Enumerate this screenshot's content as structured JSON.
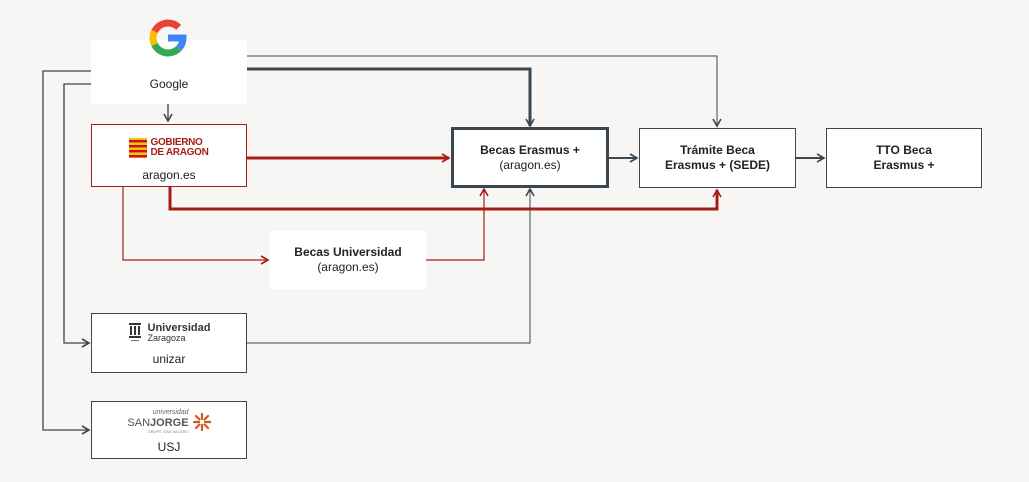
{
  "colors": {
    "dark": "#3a4650",
    "red": "#a51d14",
    "white": "#ffffff",
    "bg": "#f7f6f5"
  },
  "nodes": {
    "google": {
      "icon": "google-g-logo-icon",
      "label": "Google"
    },
    "aragon": {
      "icon": "gobierno-de-aragon-logo-icon",
      "logo_line1": "GOBIERNO",
      "logo_line2": "DE ARAGON",
      "label": "aragon.es"
    },
    "becas_erasmus": {
      "line1": "Becas Erasmus +",
      "line2": "(aragon.es)"
    },
    "tramite": {
      "line1": "Trámite Beca",
      "line2": "Erasmus + (SEDE)"
    },
    "tto": {
      "line1": "TTO Beca",
      "line2": "Erasmus +"
    },
    "becas_universidad": {
      "line1": "Becas Universidad",
      "line2": "(aragon.es)"
    },
    "unizar": {
      "icon": "universidad-zaragoza-logo-icon",
      "logo_line1": "Universidad",
      "logo_line2": "Zaragoza",
      "label": "unizar"
    },
    "usj": {
      "icon": "universidad-san-jorge-logo-icon",
      "logo_small": "universidad",
      "logo_san": "SAN",
      "logo_jorge": "JORGE",
      "logo_group": "GRUPO SAN VALERO",
      "label": "USJ"
    }
  }
}
